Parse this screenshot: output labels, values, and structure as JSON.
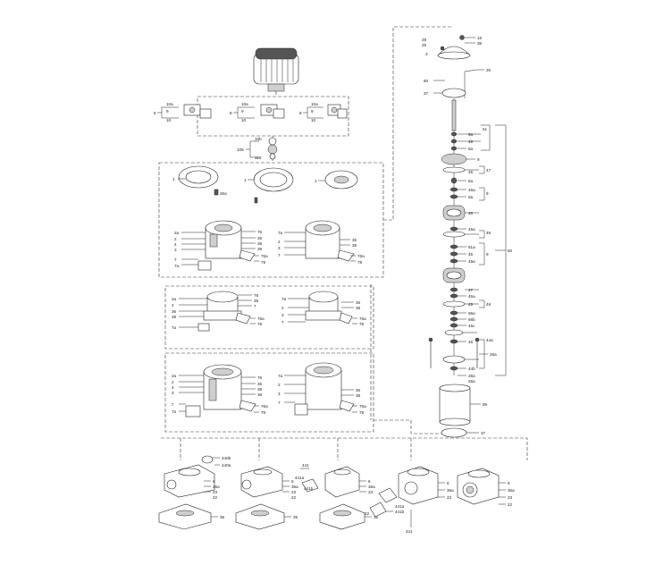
{
  "colors": {
    "line": "#222222",
    "shade": "#cfcfcf",
    "background": "#ffffff"
  },
  "motor_block": {
    "adapters": [
      {
        "labels": [
          "10a",
          "9",
          "8",
          "10"
        ]
      },
      {
        "labels": [
          "10a",
          "9",
          "8",
          "10"
        ]
      },
      {
        "labels": [
          "10a",
          "9",
          "8",
          "10"
        ]
      }
    ],
    "coupling_labels": [
      "10b",
      "105",
      "110"
    ]
  },
  "top_plates": {
    "labels": [
      "1",
      "1",
      "1",
      "26a"
    ]
  },
  "pump_heads": [
    {
      "labels": [
        "2a",
        "2",
        "4",
        "3",
        "7",
        "7a",
        "76",
        "36",
        "38",
        "39",
        "19",
        "76a",
        "79"
      ]
    },
    {
      "labels": [
        "7a",
        "2",
        "3",
        "7",
        "76",
        "36",
        "38",
        "39",
        "76a",
        "79"
      ]
    },
    {
      "labels": [
        "2a",
        "2",
        "36",
        "38",
        "39",
        "7",
        "7a",
        "76",
        "76a",
        "79"
      ]
    },
    {
      "labels": [
        "7a",
        "2",
        "3",
        "7",
        "76",
        "36",
        "38",
        "76a",
        "79"
      ]
    },
    {
      "labels": [
        "2a",
        "2",
        "4",
        "3",
        "7",
        "7a",
        "76",
        "36",
        "38",
        "39",
        "19",
        "76a",
        "79"
      ]
    },
    {
      "labels": [
        "7a",
        "2",
        "3",
        "7",
        "76",
        "36",
        "38",
        "76a",
        "79"
      ]
    }
  ],
  "stack": {
    "top_labels": [
      "28",
      "25",
      "3",
      "16",
      "36",
      "26",
      "60",
      "37"
    ],
    "right_labels": [
      "51",
      "9a",
      "49",
      "8a",
      "9",
      "47",
      "45",
      "45a",
      "49a",
      "51a",
      "66a",
      "66b",
      "45c",
      "28a",
      "26a",
      "44a",
      "44b"
    ],
    "right_bracket": "50",
    "bottom_labels": [
      "55",
      "37"
    ]
  },
  "bases": {
    "labels": [
      "440b",
      "440a",
      "6",
      "36a",
      "23",
      "22",
      "35",
      "441",
      "441a",
      "441b"
    ],
    "bottom_label": "441"
  }
}
